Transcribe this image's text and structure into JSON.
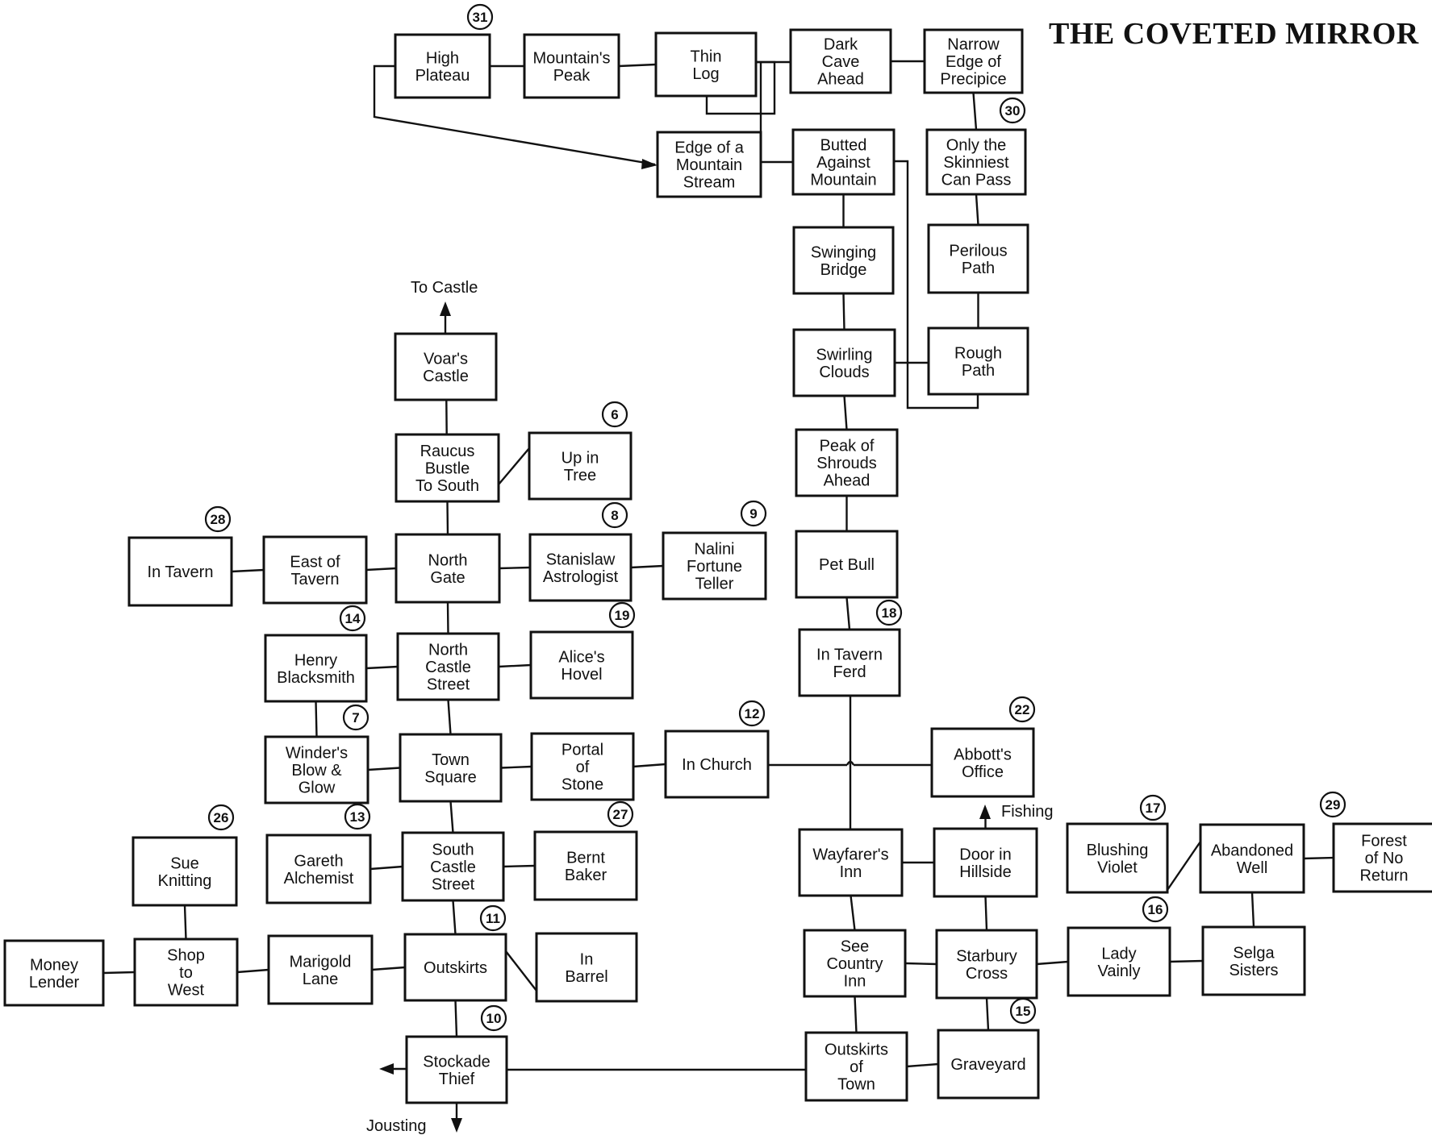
{
  "title": "THE COVETED MIRROR",
  "locations": [
    {
      "id": "high_plateau",
      "lines": [
        "High",
        "Plateau"
      ]
    },
    {
      "id": "mountains_peak",
      "lines": [
        "Mountain's",
        "Peak"
      ]
    },
    {
      "id": "thin_log",
      "lines": [
        "Thin",
        "Log"
      ]
    },
    {
      "id": "dark_cave",
      "lines": [
        "Dark",
        "Cave",
        "Ahead"
      ]
    },
    {
      "id": "narrow_edge",
      "lines": [
        "Narrow",
        "Edge of",
        "Precipice"
      ]
    },
    {
      "id": "edge_stream",
      "lines": [
        "Edge of a",
        "Mountain",
        "Stream"
      ]
    },
    {
      "id": "butted",
      "lines": [
        "Butted",
        "Against",
        "Mountain"
      ]
    },
    {
      "id": "skinniest",
      "lines": [
        "Only the",
        "Skinniest",
        "Can Pass"
      ]
    },
    {
      "id": "swinging",
      "lines": [
        "Swinging",
        "Bridge"
      ]
    },
    {
      "id": "perilous",
      "lines": [
        "Perilous",
        "Path"
      ]
    },
    {
      "id": "swirling",
      "lines": [
        "Swirling",
        "Clouds"
      ]
    },
    {
      "id": "rough",
      "lines": [
        "Rough",
        "Path"
      ]
    },
    {
      "id": "shrouds",
      "lines": [
        "Peak of",
        "Shrouds",
        "Ahead"
      ]
    },
    {
      "id": "pet_bull",
      "lines": [
        "Pet Bull"
      ]
    },
    {
      "id": "tavern_ferd",
      "lines": [
        "In Tavern",
        "Ferd"
      ]
    },
    {
      "id": "voars",
      "lines": [
        "Voar's",
        "Castle"
      ]
    },
    {
      "id": "raucus",
      "lines": [
        "Raucus",
        "Bustle",
        "To South"
      ]
    },
    {
      "id": "up_tree",
      "lines": [
        "Up in",
        "Tree"
      ]
    },
    {
      "id": "in_tavern",
      "lines": [
        "In Tavern"
      ]
    },
    {
      "id": "east_tavern",
      "lines": [
        "East of",
        "Tavern"
      ]
    },
    {
      "id": "north_gate",
      "lines": [
        "North",
        "Gate"
      ]
    },
    {
      "id": "stanislaw",
      "lines": [
        "Stanislaw",
        "Astrologist"
      ]
    },
    {
      "id": "nalini",
      "lines": [
        "Nalini",
        "Fortune",
        "Teller"
      ]
    },
    {
      "id": "henry",
      "lines": [
        "Henry",
        "Blacksmith"
      ]
    },
    {
      "id": "north_castle",
      "lines": [
        "North",
        "Castle",
        "Street"
      ]
    },
    {
      "id": "alice",
      "lines": [
        "Alice's",
        "Hovel"
      ]
    },
    {
      "id": "winder",
      "lines": [
        "Winder's",
        "Blow &",
        "Glow"
      ]
    },
    {
      "id": "town_square",
      "lines": [
        "Town",
        "Square"
      ]
    },
    {
      "id": "portal",
      "lines": [
        "Portal",
        "of",
        "Stone"
      ]
    },
    {
      "id": "church",
      "lines": [
        "In Church"
      ]
    },
    {
      "id": "abbott",
      "lines": [
        "Abbott's",
        "Office"
      ]
    },
    {
      "id": "sue",
      "lines": [
        "Sue",
        "Knitting"
      ]
    },
    {
      "id": "gareth",
      "lines": [
        "Gareth",
        "Alchemist"
      ]
    },
    {
      "id": "south_castle",
      "lines": [
        "South",
        "Castle",
        "Street"
      ]
    },
    {
      "id": "bernt",
      "lines": [
        "Bernt",
        "Baker"
      ]
    },
    {
      "id": "wayfarer",
      "lines": [
        "Wayfarer's",
        "Inn"
      ]
    },
    {
      "id": "door_hill",
      "lines": [
        "Door in",
        "Hillside"
      ]
    },
    {
      "id": "blushing",
      "lines": [
        "Blushing",
        "Violet"
      ]
    },
    {
      "id": "abandoned",
      "lines": [
        "Abandoned",
        "Well"
      ]
    },
    {
      "id": "forest",
      "lines": [
        "Forest",
        "of No",
        "Return"
      ]
    },
    {
      "id": "money",
      "lines": [
        "Money",
        "Lender"
      ]
    },
    {
      "id": "shop_west",
      "lines": [
        "Shop",
        "to",
        "West"
      ]
    },
    {
      "id": "marigold",
      "lines": [
        "Marigold",
        "Lane"
      ]
    },
    {
      "id": "outskirts",
      "lines": [
        "Outskirts"
      ]
    },
    {
      "id": "barrel",
      "lines": [
        "In",
        "Barrel"
      ]
    },
    {
      "id": "see_country",
      "lines": [
        "See",
        "Country",
        "Inn"
      ]
    },
    {
      "id": "starbury",
      "lines": [
        "Starbury",
        "Cross"
      ]
    },
    {
      "id": "lady",
      "lines": [
        "Lady",
        "Vainly"
      ]
    },
    {
      "id": "selga",
      "lines": [
        "Selga",
        "Sisters"
      ]
    },
    {
      "id": "stockade",
      "lines": [
        "Stockade",
        "Thief"
      ]
    },
    {
      "id": "outskirts_town",
      "lines": [
        "Outskirts",
        "of",
        "Town"
      ]
    },
    {
      "id": "graveyard",
      "lines": [
        "Graveyard"
      ]
    }
  ],
  "badges": [
    {
      "id": "b31",
      "label": "31"
    },
    {
      "id": "b30",
      "label": "30"
    },
    {
      "id": "b6",
      "label": "6"
    },
    {
      "id": "b28",
      "label": "28"
    },
    {
      "id": "b8",
      "label": "8"
    },
    {
      "id": "b9",
      "label": "9"
    },
    {
      "id": "b14",
      "label": "14"
    },
    {
      "id": "b19",
      "label": "19"
    },
    {
      "id": "b18",
      "label": "18"
    },
    {
      "id": "b7",
      "label": "7"
    },
    {
      "id": "b12",
      "label": "12"
    },
    {
      "id": "b22",
      "label": "22"
    },
    {
      "id": "b13",
      "label": "13"
    },
    {
      "id": "b27",
      "label": "27"
    },
    {
      "id": "b26",
      "label": "26"
    },
    {
      "id": "b17",
      "label": "17"
    },
    {
      "id": "b29",
      "label": "29"
    },
    {
      "id": "b11",
      "label": "11"
    },
    {
      "id": "b16",
      "label": "16"
    },
    {
      "id": "b10",
      "label": "10"
    },
    {
      "id": "b15",
      "label": "15"
    }
  ],
  "exits": [
    {
      "id": "to_castle",
      "label": "To Castle"
    },
    {
      "id": "fishing",
      "label": "Fishing"
    },
    {
      "id": "jousting",
      "label": "Jousting"
    }
  ]
}
